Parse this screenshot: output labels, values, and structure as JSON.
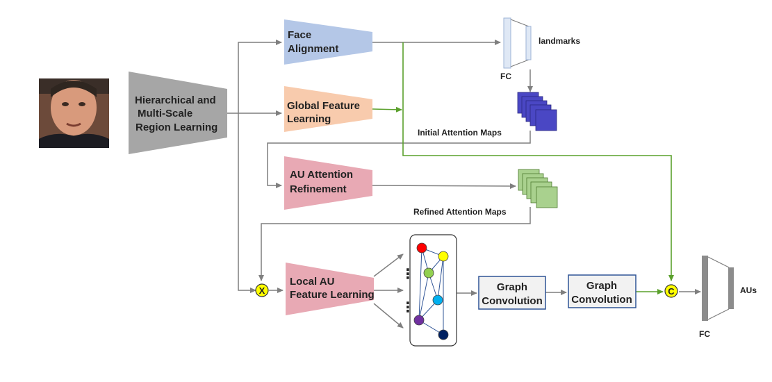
{
  "colors": {
    "face_alignment": "#b4c7e7",
    "global_feature": "#f8cbad",
    "au_block": "#e8a9b4",
    "hierarchical": "#a6a6a6",
    "attention_initial": "#4a47c4",
    "attention_refined": "#a9d18e",
    "green_line": "#5aa02c",
    "gray_line": "#7f7f7f",
    "operator": "#ffff00",
    "node_colors": [
      "#ff0000",
      "#ffff00",
      "#92d050",
      "#00b0f0",
      "#7030a0",
      "#002060"
    ]
  },
  "blocks": {
    "hierarchical": [
      "Hierarchical and",
      "Multi-Scale",
      "Region Learning"
    ],
    "face_alignment": [
      "Face",
      "Alignment"
    ],
    "global_feature": [
      "Global Feature",
      "Learning"
    ],
    "au_attention": [
      "AU Attention",
      "Refinement"
    ],
    "local_au": [
      "Local AU",
      "Feature Learning"
    ],
    "graph_conv_1": [
      "Graph",
      "Convolution"
    ],
    "graph_conv_2": [
      "Graph",
      "Convolution"
    ]
  },
  "labels": {
    "landmarks": "landmarks",
    "fc_top": "FC",
    "initial_maps": "Initial Attention Maps",
    "refined_maps": "Refined Attention Maps",
    "aus": "AUs",
    "fc_bottom": "FC",
    "dots": "⋮"
  },
  "operators": {
    "multiply": "X",
    "concat": "C"
  },
  "icons": {
    "input_face": "face-photo"
  }
}
